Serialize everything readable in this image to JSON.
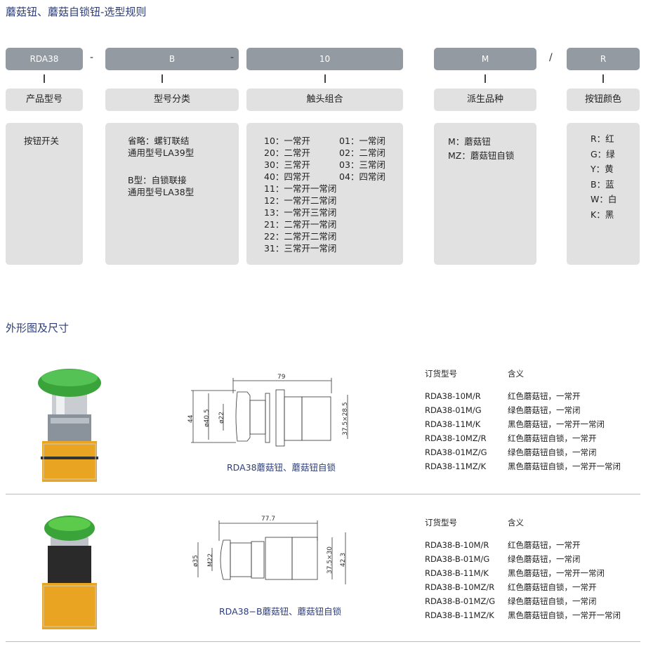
{
  "title": "蘑菇钮、蘑菇自锁钮-选型规则",
  "code_parts": [
    {
      "code": "RDA38",
      "label": "产品型号"
    },
    {
      "code": "B",
      "label": "型号分类"
    },
    {
      "code": "10",
      "label": "触头组合"
    },
    {
      "code": "M",
      "label": "派生品种"
    },
    {
      "code": "R",
      "label": "按钮颜色"
    }
  ],
  "separators": [
    "-",
    "-",
    "/"
  ],
  "descriptions": {
    "product": "按钮开关",
    "type": [
      "省略：螺钉联结",
      "通用型号LA39型",
      "",
      "B型：自锁联接",
      "通用型号LA38型"
    ],
    "contacts_left": [
      "10：一常开",
      "20：二常开",
      "30：三常开",
      "40：四常开"
    ],
    "contacts_right": [
      "01：一常闭",
      "02：二常闭",
      "03：三常闭",
      "04：四常闭"
    ],
    "contacts_combo": [
      "11：一常开一常闭",
      "12：一常开二常闭",
      "13：一常开三常闭",
      "21：二常开一常闭",
      "22：二常开二常闭",
      "31：三常开一常闭"
    ],
    "variant": [
      "M：蘑菇钮",
      "MZ：蘑菇钮自锁"
    ],
    "color": [
      "R：红",
      "G：绿",
      "Y：黄",
      "B：蓝",
      "W：白",
      "K：黑"
    ]
  },
  "section2_title": "外形图及尺寸",
  "products": [
    {
      "caption": "RDA38蘑菇钮、蘑菇钮自锁",
      "dims": [
        "79",
        "44",
        "ø40.5",
        "ø22",
        "37.5×28.5"
      ],
      "header": [
        "订货型号",
        "含义"
      ],
      "rows": [
        [
          "RDA38-10M/R",
          "红色蘑菇钮，一常开"
        ],
        [
          "RDA38-01M/G",
          "绿色蘑菇钮，一常闭"
        ],
        [
          "RDA38-11M/K",
          "黑色蘑菇钮，一常开一常闭"
        ],
        [
          "RDA38-10MZ/R",
          "红色蘑菇钮自锁，一常开"
        ],
        [
          "RDA38-01MZ/G",
          "绿色蘑菇钮自锁，一常闭"
        ],
        [
          "RDA38-11MZ/K",
          "黑色蘑菇钮自锁，一常开一常闭"
        ]
      ]
    },
    {
      "caption": "RDA38−B蘑菇钮、蘑菇钮自锁",
      "dims": [
        "77.7",
        "ø35",
        "M22",
        "37.5×30",
        "42.3"
      ],
      "header": [
        "订货型号",
        "含义"
      ],
      "rows": [
        [
          "RDA38-B-10M/R",
          "红色蘑菇钮，一常开"
        ],
        [
          "RDA38-B-01M/G",
          "绿色蘑菇钮，一常闭"
        ],
        [
          "RDA38-B-11M/K",
          "黑色蘑菇钮，一常开一常闭"
        ],
        [
          "RDA38-B-10MZ/R",
          "红色蘑菇钮自锁，一常开"
        ],
        [
          "RDA38-B-01MZ/G",
          "绿色蘑菇钮自锁，一常闭"
        ],
        [
          "RDA38-B-11MZ/K",
          "黑色蘑菇钮自锁，一常开一常闭"
        ]
      ]
    }
  ]
}
